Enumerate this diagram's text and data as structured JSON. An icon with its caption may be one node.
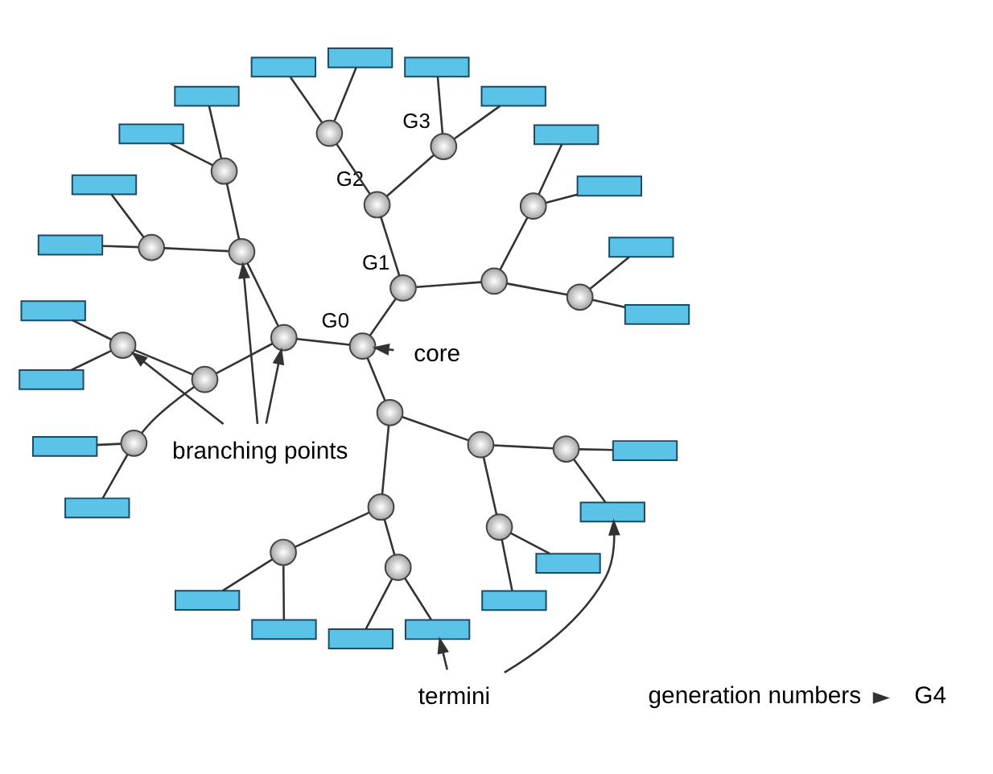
{
  "diagram": {
    "nodes": [
      {
        "text": [],
        "shape": "circle",
        "beside": [
          "G0"
        ]
      },
      {
        "text": [],
        "shape": "circle",
        "beside": [
          "G1"
        ]
      },
      {
        "text": [],
        "shape": "circle"
      },
      {
        "text": [],
        "shape": "circle",
        "beside": [
          "G2"
        ]
      },
      {
        "text": [],
        "shape": "circle"
      },
      {
        "text": [],
        "shape": "circle"
      },
      {
        "text": [],
        "shape": "circle",
        "beside": [
          "G3"
        ]
      },
      {
        "text": [],
        "shape": "circle"
      },
      {
        "text": [],
        "shape": "box"
      },
      {
        "text": [],
        "shape": "box"
      },
      {
        "text": [],
        "shape": "box"
      },
      {
        "text": [],
        "shape": "box"
      },
      {
        "text": [],
        "shape": "box"
      },
      {
        "text": [],
        "shape": "box"
      },
      {
        "text": [],
        "shape": "box"
      },
      {
        "text": [],
        "shape": "box"
      },
      {
        "text": [],
        "shape": "circle"
      },
      {
        "text": [],
        "shape": "circle"
      },
      {
        "text": [],
        "shape": "circle"
      },
      {
        "text": [],
        "shape": "circle"
      },
      {
        "text": [],
        "shape": "circle"
      },
      {
        "text": [],
        "shape": "circle"
      },
      {
        "text": [],
        "shape": "circle"
      },
      {
        "text": [],
        "shape": "box"
      },
      {
        "text": [],
        "shape": "box"
      },
      {
        "text": [],
        "shape": "box"
      },
      {
        "text": [],
        "shape": "box"
      },
      {
        "text": [],
        "shape": "box"
      },
      {
        "text": [],
        "shape": "box"
      },
      {
        "text": [],
        "shape": "box"
      },
      {
        "text": [],
        "shape": "box"
      },
      {
        "text": [],
        "shape": "circle"
      },
      {
        "text": [],
        "shape": "circle"
      },
      {
        "text": [],
        "shape": "circle"
      },
      {
        "text": [],
        "shape": "circle"
      },
      {
        "text": [],
        "shape": "circle"
      },
      {
        "text": [],
        "shape": "circle"
      },
      {
        "text": [],
        "shape": "circle"
      },
      {
        "text": [],
        "shape": "box"
      },
      {
        "text": [],
        "shape": "box"
      },
      {
        "text": [],
        "shape": "box"
      },
      {
        "text": [],
        "shape": "box"
      },
      {
        "text": [],
        "shape": "box"
      },
      {
        "text": [],
        "shape": "box"
      },
      {
        "text": [],
        "shape": "box"
      },
      {
        "text": [],
        "shape": "box"
      },
      {
        "text": [
          "G4"
        ]
      },
      {
        "text": [
          "generation numbers"
        ]
      },
      {
        "text": [
          "core"
        ]
      },
      {
        "text": [
          "branching points"
        ]
      },
      {
        "text": [
          "termini"
        ]
      }
    ],
    "edges": [
      {
        "from": 0,
        "to": 1,
        "arrow": "none"
      },
      {
        "from": 0,
        "to": 16,
        "arrow": "none"
      },
      {
        "from": 0,
        "to": 31,
        "arrow": "none"
      },
      {
        "from": 1,
        "to": 2,
        "arrow": "none"
      },
      {
        "from": 1,
        "to": 3,
        "arrow": "none"
      },
      {
        "from": 2,
        "to": 4,
        "arrow": "none"
      },
      {
        "from": 2,
        "to": 5,
        "arrow": "none"
      },
      {
        "from": 3,
        "to": 6,
        "arrow": "none"
      },
      {
        "from": 3,
        "to": 7,
        "arrow": "none"
      },
      {
        "from": 4,
        "to": 8,
        "arrow": "none"
      },
      {
        "from": 4,
        "to": 9,
        "arrow": "none"
      },
      {
        "from": 5,
        "to": 10,
        "arrow": "none"
      },
      {
        "from": 5,
        "to": 11,
        "arrow": "none"
      },
      {
        "from": 6,
        "to": 12,
        "arrow": "none"
      },
      {
        "from": 6,
        "to": 13,
        "arrow": "none"
      },
      {
        "from": 7,
        "to": 14,
        "arrow": "none"
      },
      {
        "from": 7,
        "to": 15,
        "arrow": "none"
      },
      {
        "from": 16,
        "to": 17,
        "arrow": "none"
      },
      {
        "from": 16,
        "to": 18,
        "arrow": "none"
      },
      {
        "from": 17,
        "to": 19,
        "arrow": "none"
      },
      {
        "from": 17,
        "to": 20,
        "arrow": "none"
      },
      {
        "from": 18,
        "to": 21,
        "arrow": "none"
      },
      {
        "from": 18,
        "to": 22,
        "arrow": "none"
      },
      {
        "from": 19,
        "to": 23,
        "arrow": "none"
      },
      {
        "from": 19,
        "to": 24,
        "arrow": "none"
      },
      {
        "from": 20,
        "to": 25,
        "arrow": "none"
      },
      {
        "from": 20,
        "to": 26,
        "arrow": "none"
      },
      {
        "from": 21,
        "to": 27,
        "arrow": "none"
      },
      {
        "from": 21,
        "to": 28,
        "arrow": "none"
      },
      {
        "from": 22,
        "to": 29,
        "arrow": "none"
      },
      {
        "from": 22,
        "to": 30,
        "arrow": "none"
      },
      {
        "from": 31,
        "to": 32,
        "arrow": "none"
      },
      {
        "from": 31,
        "to": 33,
        "arrow": "none"
      },
      {
        "from": 32,
        "to": 34,
        "arrow": "none"
      },
      {
        "from": 32,
        "to": 35,
        "arrow": "none"
      },
      {
        "from": 33,
        "to": 36,
        "arrow": "none"
      },
      {
        "from": 33,
        "to": 37,
        "arrow": "none"
      },
      {
        "from": 34,
        "to": 38,
        "arrow": "none"
      },
      {
        "from": 34,
        "to": 39,
        "arrow": "none"
      },
      {
        "from": 35,
        "to": 40,
        "arrow": "none"
      },
      {
        "from": 35,
        "to": 41,
        "arrow": "none"
      },
      {
        "from": 36,
        "to": 42,
        "arrow": "none"
      },
      {
        "from": 36,
        "to": 43,
        "arrow": "none"
      },
      {
        "from": 37,
        "to": 44,
        "arrow": "none"
      },
      {
        "from": 37,
        "to": 45,
        "arrow": "none"
      },
      {
        "from": 47,
        "to": 46,
        "arrow": "to"
      },
      {
        "from": 48,
        "to": 0,
        "arrow": "to"
      },
      {
        "from": 49,
        "to": 17,
        "arrow": "to"
      },
      {
        "from": 49,
        "to": 16,
        "arrow": "to"
      },
      {
        "from": 49,
        "to": 21,
        "arrow": "to"
      },
      {
        "from": 50,
        "to": 41,
        "arrow": "to"
      },
      {
        "from": 50,
        "to": 44,
        "arrow": "to"
      }
    ]
  }
}
